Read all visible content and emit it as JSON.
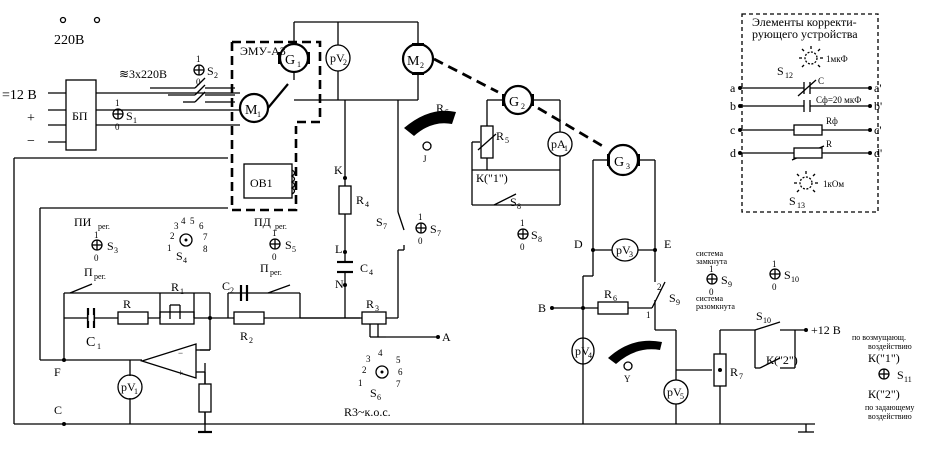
{
  "supply": {
    "mains": "220В",
    "dc": "=12 В",
    "plus": "+",
    "minus": "−",
    "three_phase": "≋3х220В"
  },
  "blocks": {
    "bp": "БП",
    "emu": "ЭМУ-А3",
    "ov": "ОВ1",
    "g1": "G",
    "g1_sub": "1",
    "g2": "G",
    "g2_sub": "2",
    "g3": "G",
    "g3_sub": "3",
    "m1": "M",
    "m1_sub": "1",
    "m2": "M",
    "m2_sub": "2",
    "pv2": "pV",
    "pv2_sub": "2",
    "pa1": "pA",
    "pa1_sub": "1",
    "pv1": "pV",
    "pv1_sub": "1",
    "pv3": "pV",
    "pv3_sub": "3",
    "pv4": "pV",
    "pv4_sub": "4",
    "pv5": "pV",
    "pv5_sub": "5"
  },
  "switches": {
    "s1": "S",
    "s1_sub": "1",
    "s2": "S",
    "s2_sub": "2",
    "s3": "S",
    "s3_sub": "3",
    "s4": "S",
    "s4_sub": "4",
    "s5": "S",
    "s5_sub": "5",
    "s6": "S",
    "s6_sub": "6",
    "s7": "S",
    "s7_sub": "7",
    "s8": "S",
    "s8_sub": "8",
    "s9": "S",
    "s9_sub": "9",
    "s10": "S",
    "s10_sub": "10",
    "s11": "S",
    "s11_sub": "11",
    "s12": "S",
    "s12_sub": "12",
    "s13": "S",
    "s13_sub": "13",
    "one": "1",
    "zero": "0",
    "two": "2"
  },
  "dial_s4": [
    "1",
    "2",
    "3",
    "4",
    "5",
    "6",
    "7",
    "8"
  ],
  "dial_s6": [
    "1",
    "2",
    "3",
    "4",
    "5",
    "6",
    "7"
  ],
  "components": {
    "r": "R",
    "r1": "R",
    "r1_sub": "1",
    "r2": "R",
    "r2_sub": "2",
    "r3": "R",
    "r3_sub": "3",
    "r4": "R",
    "r4_sub": "4",
    "r5": "R",
    "r5_sub": "5",
    "r6": "R",
    "r6_sub": "6",
    "r7": "R",
    "r7_sub": "7",
    "c1": "C",
    "c1_sub": "1",
    "c2": "C",
    "c2_sub": "2",
    "c4": "C",
    "c4_sub": "4"
  },
  "labels": {
    "pi_reg": "ПИ",
    "reg": "рег.",
    "p_reg": "П",
    "pd_reg": "ПД",
    "p_reg2": "П",
    "r3_kos": "R3~к.о.с.",
    "k1": "К(\"1\")",
    "k2": "К(\"2\")",
    "plus12": "+12 В",
    "node_k": "K",
    "node_l": "L",
    "node_n": "N",
    "node_a": "A",
    "node_b": "B",
    "node_c": "C",
    "node_d": "D",
    "node_e": "E",
    "node_f": "F",
    "node_j": "J",
    "node_y": "Y",
    "closed_1": "система",
    "closed_2": "замкнута",
    "open_1": "система",
    "open_2": "разомкнута",
    "by_dist_1": "по возмущающ.",
    "by_dist_2": "воздействию",
    "by_ref_1": "по задающему",
    "by_ref_2": "воздействию"
  },
  "correction": {
    "title_1": "Элементы корректи-",
    "title_2": "рующего устройства",
    "s12_value": "1мкФ",
    "c": "C",
    "cf": "Cф=20 мкФ",
    "rf": "Rф",
    "r": "R",
    "s13_value": "1кОм",
    "terms_left": [
      "a",
      "b",
      "c",
      "d"
    ],
    "terms_right": [
      "a'",
      "b'",
      "c'",
      "d'"
    ]
  }
}
